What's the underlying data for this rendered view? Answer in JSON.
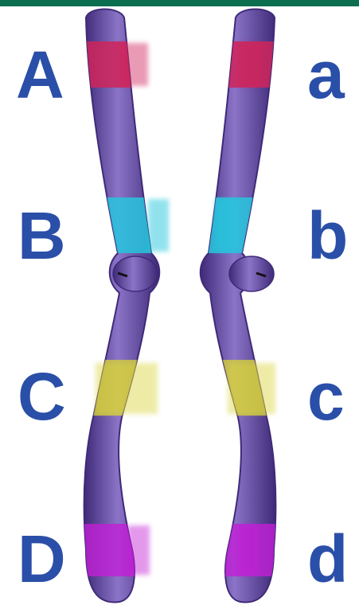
{
  "colors": {
    "top_bar": "#0b6e4f",
    "label": "#2a4fa8",
    "chromosome": "#5a3e9e",
    "chromosome_dark": "#3f2a78",
    "chromosome_light": "#8b74c7",
    "band_A": "#d0245a",
    "band_B": "#27c6dd",
    "band_C": "#d9d43a",
    "band_D": "#c21fd6"
  },
  "left_chromosome": {
    "labels": [
      "A",
      "B",
      "C",
      "D"
    ]
  },
  "right_chromosome": {
    "labels": [
      "a",
      "b",
      "c",
      "d"
    ]
  }
}
